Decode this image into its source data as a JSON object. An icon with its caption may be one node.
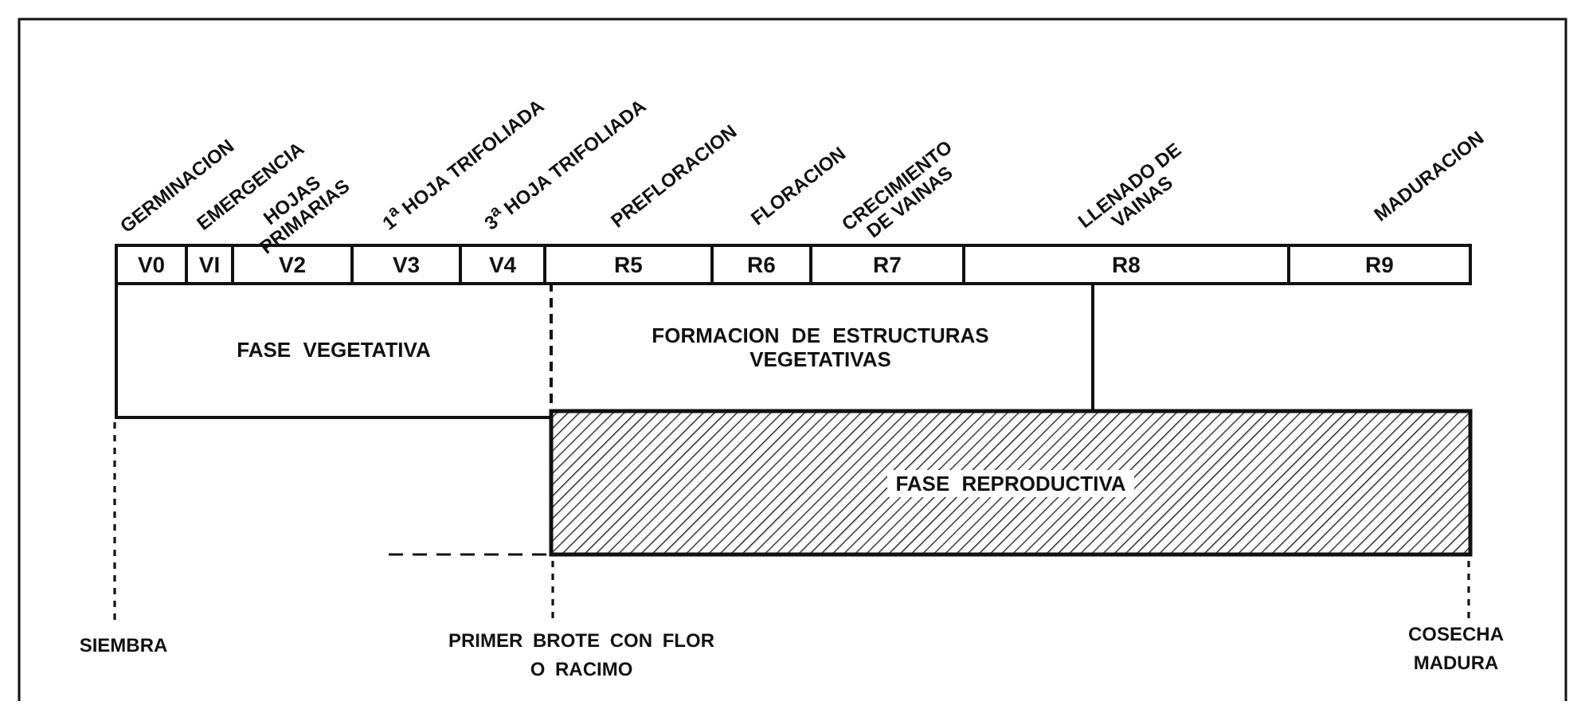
{
  "diagram": {
    "nodes": [
      {
        "text": [
          "V0"
        ],
        "beside": [
          "GERMINACION"
        ]
      },
      {
        "text": [
          "VI"
        ],
        "beside": [
          "EMERGENCIA"
        ]
      },
      {
        "text": [
          "V2"
        ],
        "beside": [
          "HOJAS PRIMARIAS"
        ]
      },
      {
        "text": [
          "V3"
        ],
        "beside": [
          "1$^{a}$ HOJA TRIFOLIADA"
        ]
      },
      {
        "text": [
          "V4"
        ],
        "beside": [
          "3$^{a}$ HOJA TRIFOLIADA"
        ]
      },
      {
        "text": [
          "R5"
        ],
        "beside": [
          "PREFLORACION"
        ]
      },
      {
        "text": [
          "R6"
        ],
        "beside": [
          "FLORACION"
        ]
      },
      {
        "text": [
          "R7"
        ],
        "beside": [
          "CRECIMIENTO DE VAINAS"
        ]
      },
      {
        "text": [
          "R8"
        ],
        "beside": [
          "LLENADO DE VAINAS"
        ]
      },
      {
        "text": [
          "R9"
        ],
        "beside": [
          "MADURACION"
        ]
      },
      {
        "text": [
          "FASE VEGETATIVA"
        ]
      },
      {
        "text": [
          "FORMACION DE ESTRUCTURAS VEGETATIVAS"
        ]
      },
      {
        "text": [
          "FASE REPRODUCTIVA"
        ]
      }
    ],
    "labels": [
      "SIEMBRA",
      "PRIMER BROTE CON FLOR O RACIMO",
      "COSECHA MADURA"
    ]
  }
}
